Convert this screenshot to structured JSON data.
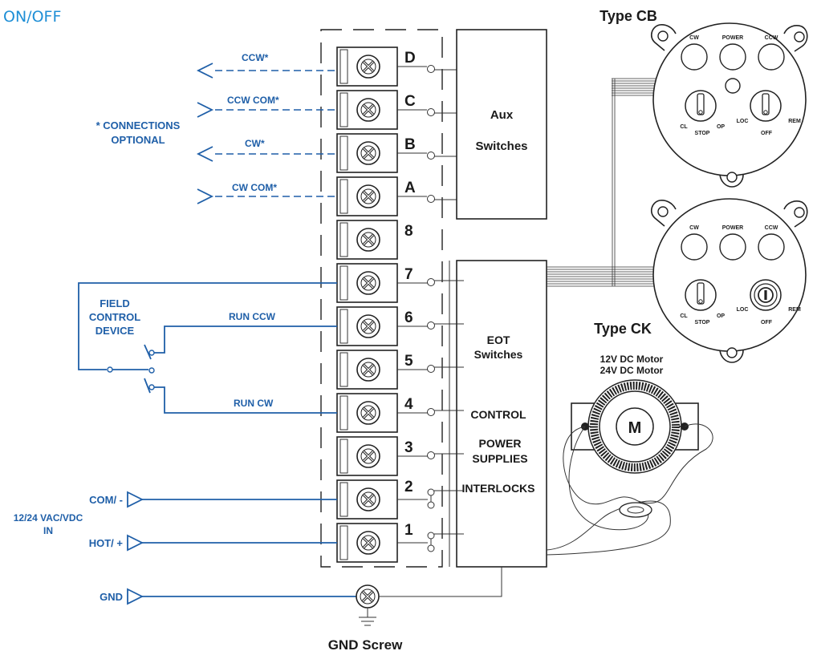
{
  "title": "ON/OFF",
  "optional_note": {
    "line1": "* CONNECTIONS",
    "line2": "OPTIONAL"
  },
  "aux_connections": [
    "CCW*",
    "CCW COM*",
    "CW*",
    "CW COM*"
  ],
  "terminals": [
    "D",
    "C",
    "B",
    "A",
    "8",
    "7",
    "6",
    "5",
    "4",
    "3",
    "2",
    "1"
  ],
  "aux_box": {
    "line1": "Aux",
    "line2": "Switches"
  },
  "main_box": {
    "eot1": "EOT",
    "eot2": "Switches",
    "control": "CONTROL",
    "power1": "POWER",
    "power2": "SUPPLIES",
    "interlocks": "INTERLOCKS"
  },
  "field_device": {
    "line1": "FIELD",
    "line2": "CONTROL",
    "line3": "DEVICE"
  },
  "run_ccw": "RUN CCW",
  "run_cw": "RUN CW",
  "supply": {
    "com": "COM/ -",
    "hot": "HOT/ +",
    "voltage1": "12/24 VAC/VDC",
    "voltage2": "IN"
  },
  "gnd": {
    "label": "GND",
    "screw": "GND Screw"
  },
  "motor": {
    "line1": "12V DC Motor",
    "line2": "24V DC Motor",
    "symbol": "M"
  },
  "type_cb": {
    "title": "Type CB",
    "lamps": [
      "CW",
      "POWER",
      "CCW"
    ],
    "switch_left": {
      "left": "CL",
      "bottom": "STOP",
      "right": "OP"
    },
    "switch_right": {
      "left": "LOC",
      "bottom": "OFF",
      "right": "REM"
    }
  },
  "type_ck": {
    "title": "Type CK",
    "lamps": [
      "CW",
      "POWER",
      "CCW"
    ],
    "switch_left": {
      "left": "CL",
      "bottom": "STOP",
      "right": "OP"
    },
    "switch_right": {
      "left": "LOC",
      "bottom": "OFF",
      "right": "REM"
    }
  }
}
